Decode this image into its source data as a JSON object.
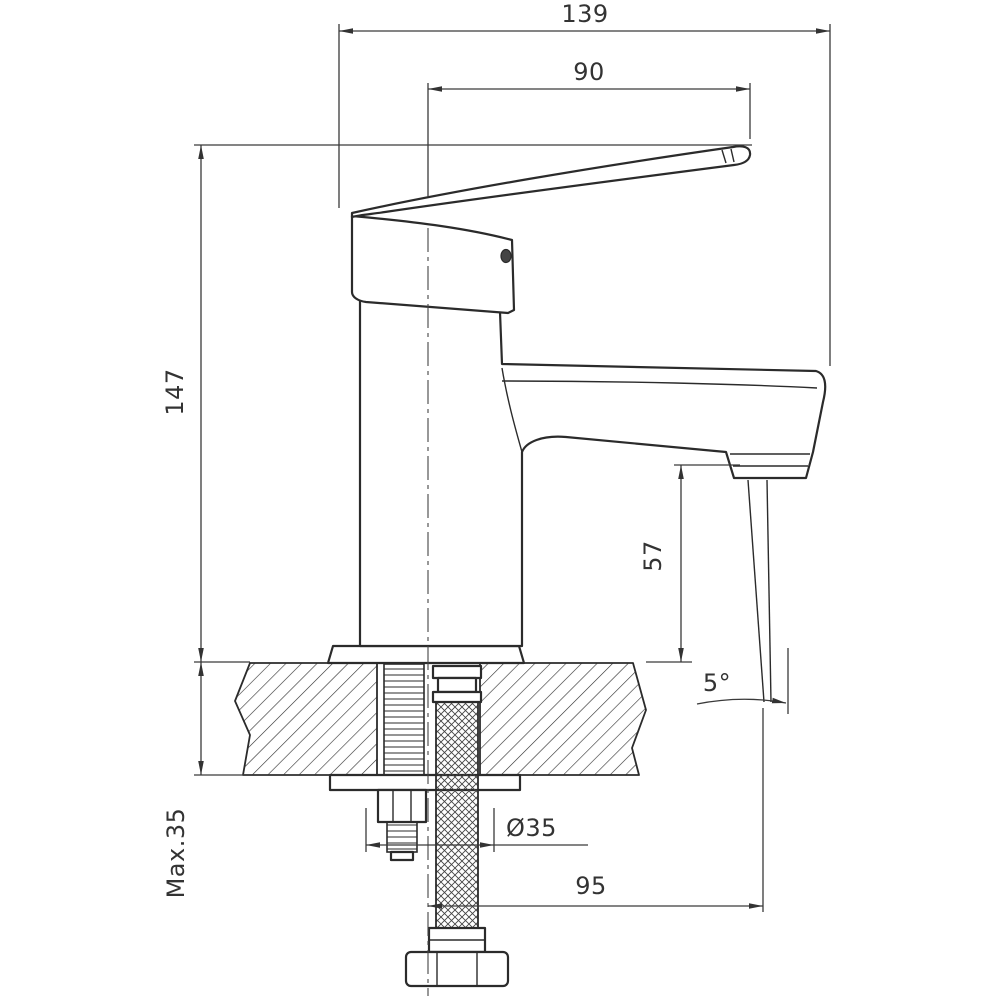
{
  "colors": {
    "background": "#ffffff",
    "line": "#2b2b2b",
    "dimension": "#333333"
  },
  "dims": {
    "overall_width": "139",
    "handle_span": "90",
    "body_height": "147",
    "spout_clearance": "57",
    "stream_angle": "5°",
    "max_mounting_thickness": "Max.35",
    "base_diameter": "Ø35",
    "spout_reach": "95"
  }
}
